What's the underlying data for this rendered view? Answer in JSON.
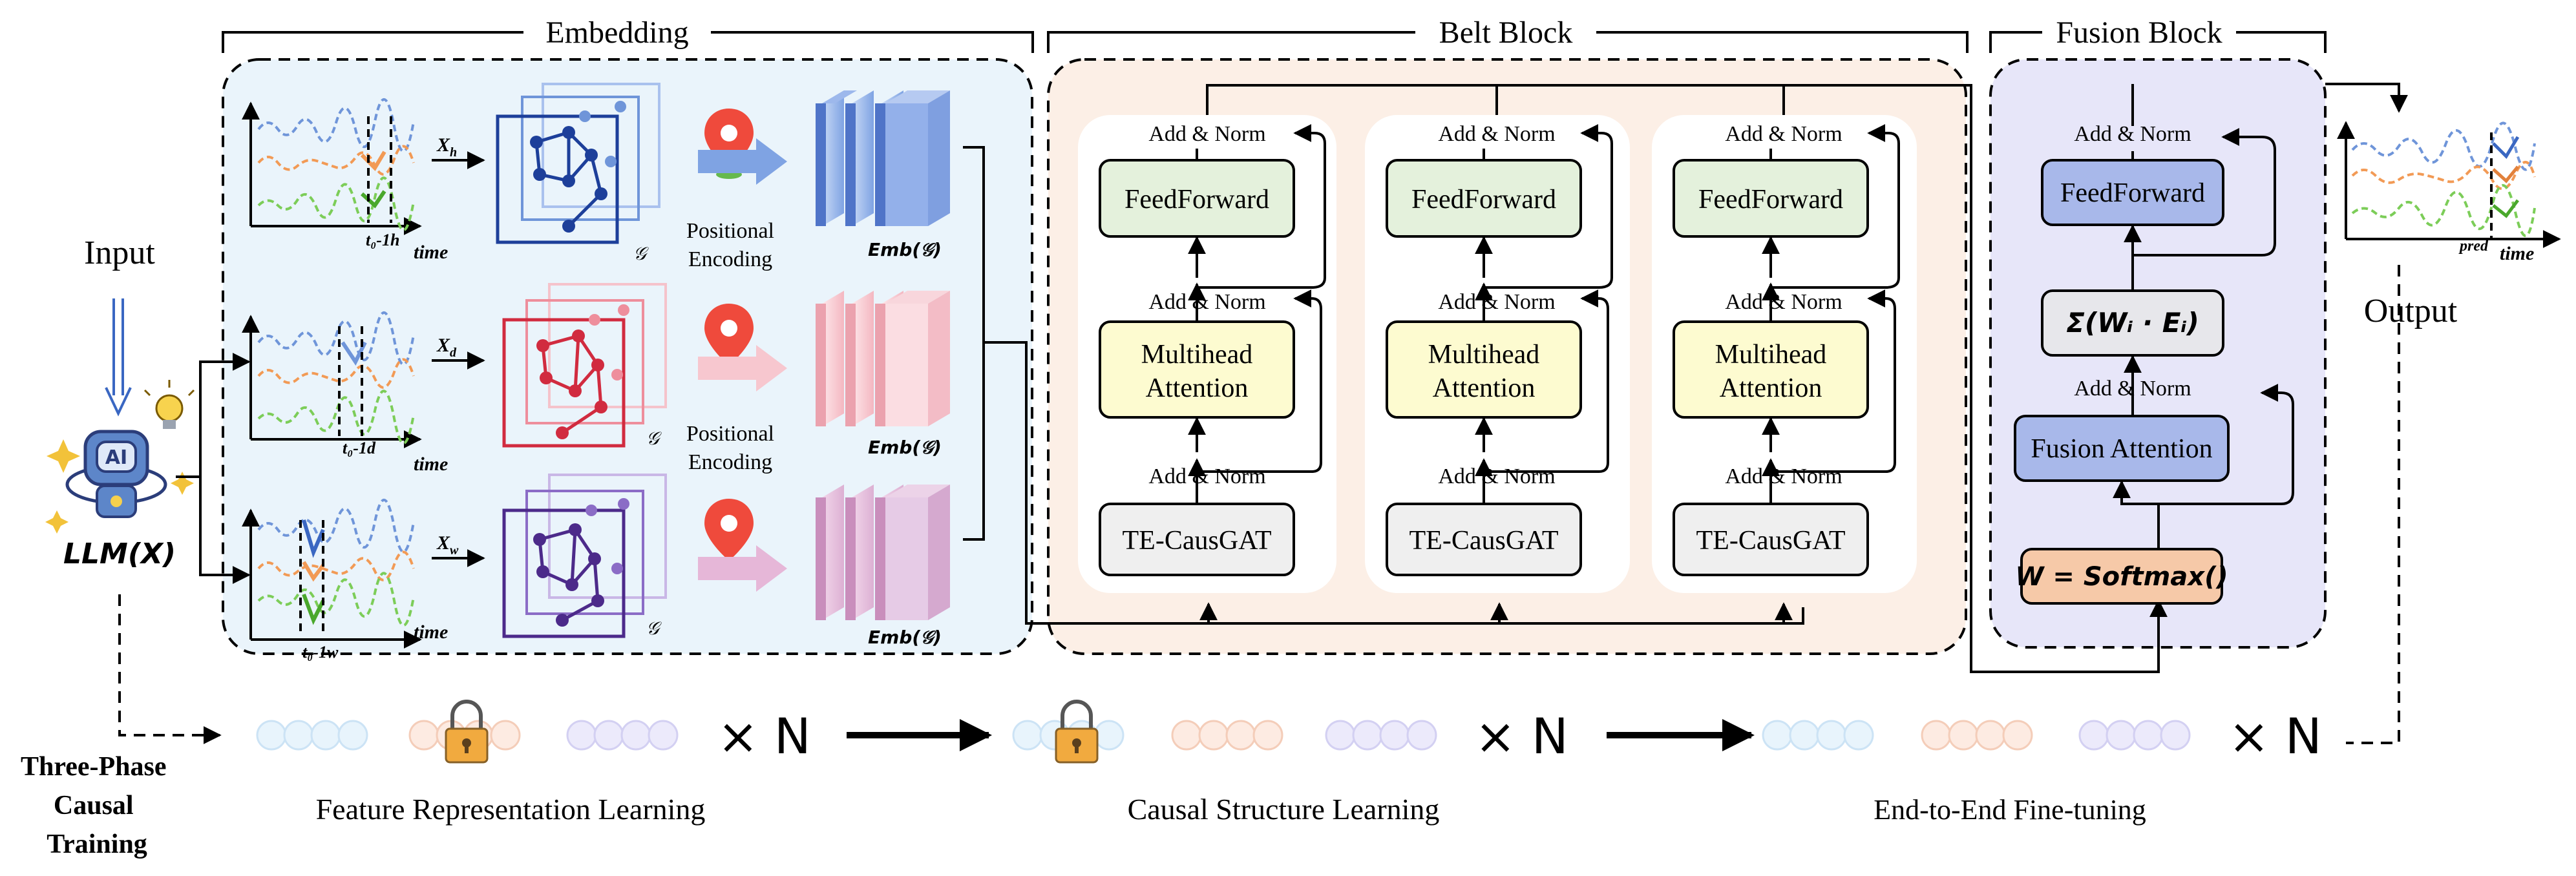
{
  "input_label": "Input",
  "llm_label": "LLM(X)",
  "ai_badge": "AI",
  "output_label": "Output",
  "sections": {
    "embedding": "Embedding",
    "belt_block": "Belt Block",
    "fusion_block": "Fusion Block"
  },
  "embedding_rows": [
    {
      "x_label": "X",
      "x_sub": "h",
      "t_label": "t₀-1h",
      "time": "time",
      "graph": "𝒢",
      "emb": "Emb(𝒢)"
    },
    {
      "x_label": "X",
      "x_sub": "d",
      "t_label": "t₀-1d",
      "time": "time",
      "graph": "𝒢",
      "emb": "Emb(𝒢)"
    },
    {
      "x_label": "X",
      "x_sub": "w",
      "t_label": "t₀-1w",
      "time": "time",
      "graph": "𝒢",
      "emb": "Emb(𝒢)"
    }
  ],
  "positional_encoding": [
    "Positional",
    "Encoding"
  ],
  "belt_columns": [
    {
      "add_norm_top": "Add & Norm",
      "feedforward": "FeedForward",
      "add_norm_mid": "Add & Norm",
      "attention": [
        "Multihead",
        "Attention"
      ],
      "add_norm_low": "Add & Norm",
      "causgat": "TE-CausGAT"
    },
    {
      "add_norm_top": "Add & Norm",
      "feedforward": "FeedForward",
      "add_norm_mid": "Add & Norm",
      "attention": [
        "Multihead",
        "Attention"
      ],
      "add_norm_low": "Add & Norm",
      "causgat": "TE-CausGAT"
    },
    {
      "add_norm_top": "Add & Norm",
      "feedforward": "FeedForward",
      "add_norm_mid": "Add & Norm",
      "attention": [
        "Multihead",
        "Attention"
      ],
      "add_norm_low": "Add & Norm",
      "causgat": "TE-CausGAT"
    }
  ],
  "fusion": {
    "add_norm_top": "Add & Norm",
    "feedforward": "FeedForward",
    "sum": "Σ(Wᵢ · Eᵢ)",
    "add_norm_mid": "Add & Norm",
    "fusion_attention": "Fusion Attention",
    "softmax": "W = Softmax()"
  },
  "output_chart": {
    "pred": "pred",
    "time": "time"
  },
  "training": {
    "title": [
      "Three-Phase",
      "Causal",
      "Training"
    ],
    "multiplier": "× N",
    "phases": [
      "Feature Representation Learning",
      "Causal Structure Learning",
      "End-to-End Fine-tuning"
    ]
  },
  "colors": {
    "embedding_bg": "#eaf4fb",
    "belt_bg": "#fcefe6",
    "fusion_bg": "#e7e6f9",
    "feedforward_green": "#e4f1dc",
    "attention_yellow": "#fdfbd0",
    "causgat_gray": "#efefef",
    "fusion_blue": "#a8b8ea",
    "softmax_orange": "#f6c9a8",
    "series_blue": "#6f95d9",
    "series_orange": "#f29a55",
    "series_green": "#7ccd58",
    "graph_blue": "#1d3f9a",
    "graph_red": "#d12b3f",
    "graph_purple": "#4c2a8a"
  }
}
